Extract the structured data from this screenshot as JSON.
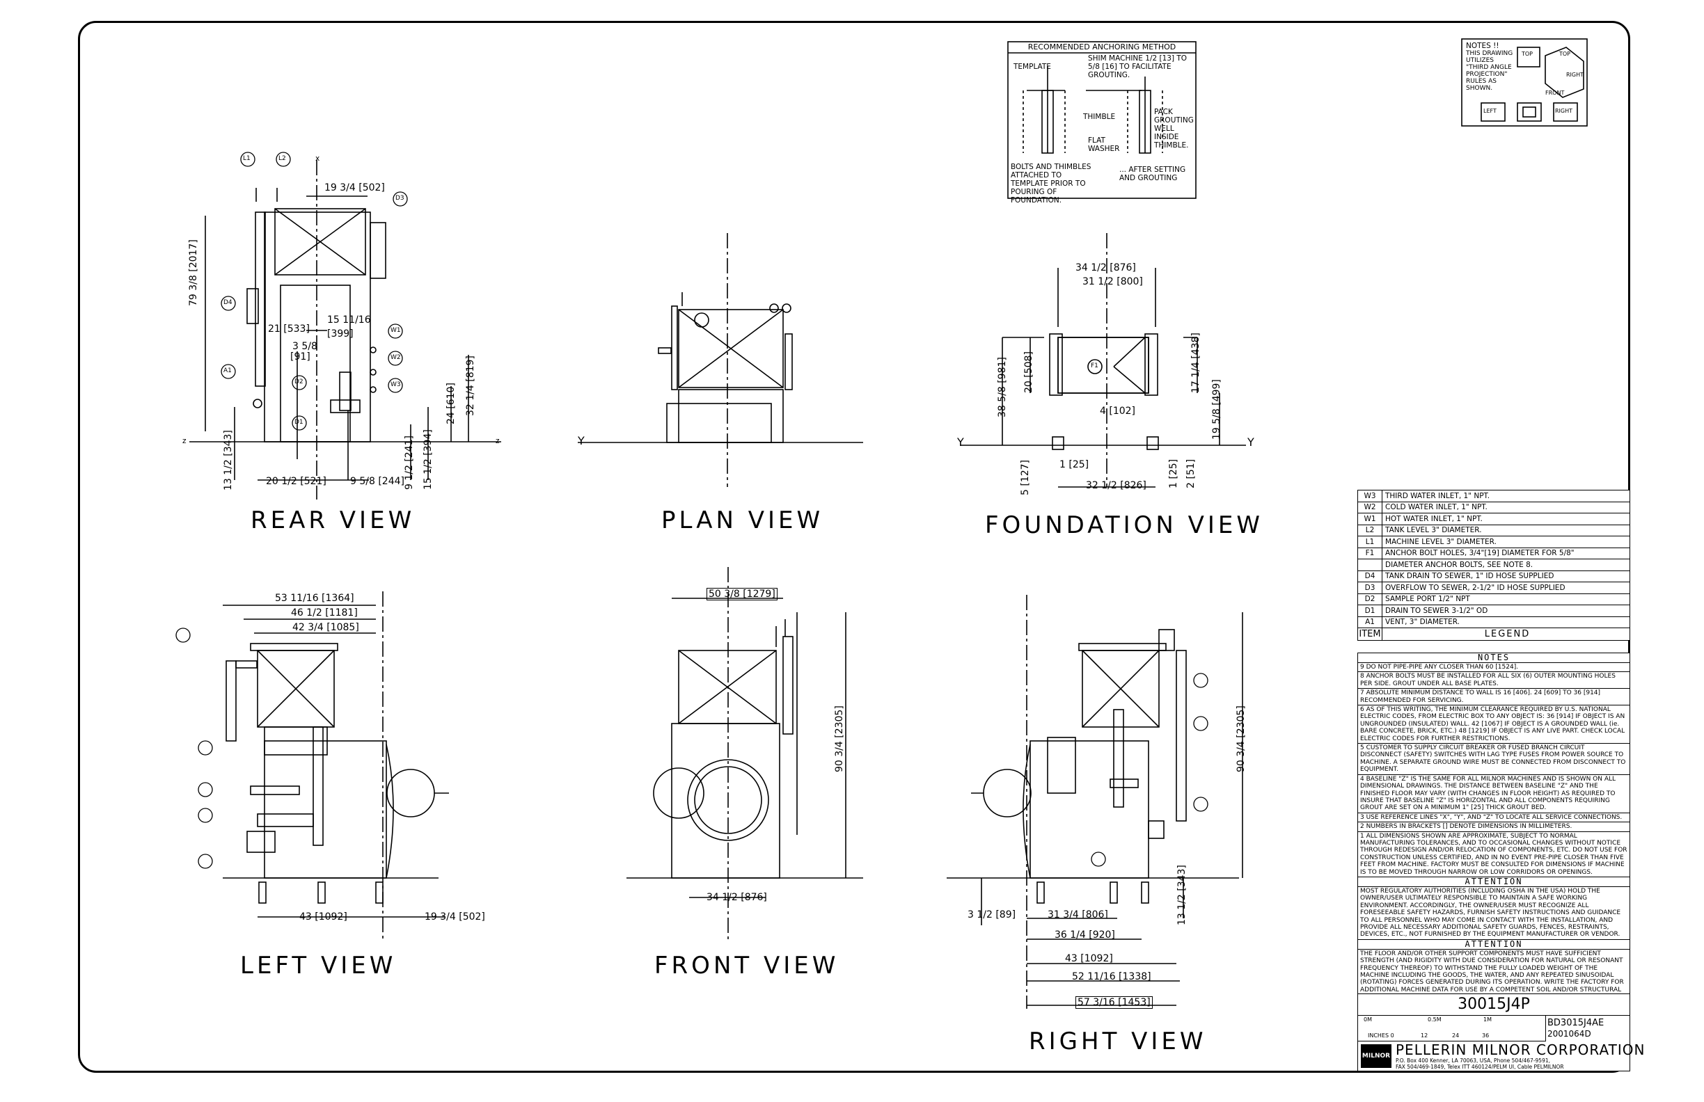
{
  "views": {
    "rear": "REAR VIEW",
    "plan": "PLAN VIEW",
    "foundation": "FOUNDATION VIEW",
    "left": "LEFT VIEW",
    "front": "FRONT VIEW",
    "right": "RIGHT VIEW"
  },
  "anchoring": {
    "title": "RECOMMENDED ANCHORING METHOD",
    "template": "TEMPLATE",
    "shim": "SHIM MACHINE 1/2 [13] TO 5/8 [16] TO FACILITATE GROUTING.",
    "thimble": "THIMBLE",
    "pack": "PACK GROUTING WELL INSIDE THIMBLE.",
    "flat_washer": "FLAT WASHER",
    "bolts": "BOLTS AND THIMBLES ATTACHED TO TEMPLATE PRIOR TO POURING OF FOUNDATION.",
    "after": "... AFTER SETTING AND GROUTING"
  },
  "projection": {
    "notes_title": "NOTES !!",
    "text": "THIS DRAWING UTILIZES \"THIRD ANGLE PROJECTION\" RULES AS SHOWN.",
    "top": "TOP",
    "top2": "TOP",
    "right": "RIGHT",
    "front": "FRONT",
    "left": "LEFT",
    "right2": "RIGHT"
  },
  "legend": {
    "items": [
      {
        "code": "W3",
        "desc": "THIRD WATER INLET, 1\" NPT."
      },
      {
        "code": "W2",
        "desc": "COLD WATER INLET, 1\" NPT."
      },
      {
        "code": "W1",
        "desc": "HOT WATER INLET, 1\" NPT."
      },
      {
        "code": "L2",
        "desc": "TANK LEVEL 3\" DIAMETER."
      },
      {
        "code": "L1",
        "desc": "MACHINE LEVEL 3\" DIAMETER."
      },
      {
        "code": "F1",
        "desc": "ANCHOR BOLT HOLES, 3/4\"[19] DIAMETER FOR 5/8\""
      },
      {
        "code": "",
        "desc": "DIAMETER ANCHOR BOLTS, SEE NOTE 8."
      },
      {
        "code": "D4",
        "desc": "TANK DRAIN TO SEWER, 1\" ID HOSE SUPPLIED"
      },
      {
        "code": "D3",
        "desc": "OVERFLOW TO SEWER, 2-1/2\" ID HOSE SUPPLIED"
      },
      {
        "code": "D2",
        "desc": "SAMPLE PORT 1/2\" NPT"
      },
      {
        "code": "D1",
        "desc": "DRAIN TO SEWER 3-1/2\" OD"
      },
      {
        "code": "A1",
        "desc": "VENT, 3\" DIAMETER."
      }
    ],
    "item_hd": "ITEM",
    "legend_hd": "LEGEND"
  },
  "notes": {
    "title": "NOTES",
    "items": [
      "9 DO NOT PIPE-PIPE ANY CLOSER THAN 60 [1524].",
      "8 ANCHOR BOLTS MUST BE INSTALLED FOR ALL SIX (6) OUTER MOUNTING HOLES PER SIDE. GROUT UNDER ALL BASE PLATES.",
      "7 ABSOLUTE MINIMUM DISTANCE TO WALL IS 16 [406]. 24 [609] TO 36 [914] RECOMMENDED FOR SERVICING.",
      "6 AS OF THIS WRITING, THE MINIMUM CLEARANCE REQUIRED BY U.S. NATIONAL ELECTRIC CODES, FROM ELECTRIC BOX TO ANY OBJECT IS: 36 [914] IF OBJECT IS AN UNGROUNDED (INSULATED) WALL. 42 [1067] IF OBJECT IS A GROUNDED WALL (ie. BARE CONCRETE, BRICK, ETC.) 48 [1219] IF OBJECT IS ANY LIVE PART. CHECK LOCAL ELECTRIC CODES FOR FURTHER RESTRICTIONS.",
      "5 CUSTOMER TO SUPPLY CIRCUIT BREAKER OR FUSED BRANCH CIRCUIT DISCONNECT (SAFETY) SWITCHES WITH LAG TYPE FUSES FROM POWER SOURCE TO MACHINE. A SEPARATE GROUND WIRE MUST BE CONNECTED FROM DISCONNECT TO EQUIPMENT.",
      "4 BASELINE \"Z\" IS THE SAME FOR ALL MILNOR MACHINES AND IS SHOWN ON ALL DIMENSIONAL DRAWINGS. THE DISTANCE BETWEEN BASELINE \"Z\" AND THE FINISHED FLOOR MAY VARY (WITH CHANGES IN FLOOR HEIGHT) AS REQUIRED TO INSURE THAT BASELINE \"Z\" IS HORIZONTAL AND ALL COMPONENTS REQUIRING GROUT ARE SET ON A MINIMUM 1\" [25] THICK GROUT BED.",
      "3 USE REFERENCE LINES \"X\", \"Y\", AND \"Z\" TO LOCATE ALL SERVICE CONNECTIONS.",
      "2 NUMBERS IN BRACKETS [] DENOTE DIMENSIONS IN MILLIMETERS.",
      "1 ALL DIMENSIONS SHOWN ARE APPROXIMATE, SUBJECT TO NORMAL MANUFACTURING TOLERANCES, AND TO OCCASIONAL CHANGES WITHOUT NOTICE THROUGH REDESIGN AND/OR RELOCATION OF COMPONENTS, ETC. DO NOT USE FOR CONSTRUCTION UNLESS CERTIFIED, AND IN NO EVENT PRE-PIPE CLOSER THAN FIVE FEET FROM MACHINE. FACTORY MUST BE CONSULTED FOR DIMENSIONS IF MACHINE IS TO BE MOVED THROUGH NARROW OR LOW CORRIDORS OR OPENINGS."
    ],
    "attention1_hd": "ATTENTION",
    "attention1": "MOST REGULATORY AUTHORITIES (INCLUDING OSHA IN THE USA) HOLD THE OWNER/USER ULTIMATELY RESPONSIBLE TO MAINTAIN A SAFE WORKING ENVIRONMENT. ACCORDINGLY, THE OWNER/USER MUST RECOGNIZE ALL FORESEEABLE SAFETY HAZARDS, FURNISH SAFETY INSTRUCTIONS AND GUIDANCE TO ALL PERSONNEL WHO MAY COME IN CONTACT WITH THE INSTALLATION, AND PROVIDE ALL NECESSARY ADDITIONAL SAFETY GUARDS, FENCES, RESTRAINTS, DEVICES, ETC., NOT FURNISHED BY THE EQUIPMENT MANUFACTURER OR VENDOR.",
    "attention2_hd": "ATTENTION",
    "attention2": "THE FLOOR AND/OR OTHER SUPPORT COMPONENTS MUST HAVE SUFFICIENT STRENGTH (AND RIGIDITY WITH DUE CONSIDERATION FOR NATURAL OR RESONANT FREQUENCY THEREOF) TO WITHSTAND THE FULLY LOADED WEIGHT OF THE MACHINE INCLUDING THE GOODS, THE WATER, AND ANY REPEATED SINUSOIDAL (ROTATING) FORCES GENERATED DURING ITS OPERATION. WRITE THE FACTORY FOR ADDITIONAL MACHINE DATA FOR USE BY A COMPETENT SOIL AND/OR STRUCTURAL ENGINEER."
  },
  "title_block": {
    "model": "30015J4P",
    "drawing_no": "BD3015J4AE",
    "date_code": "2001064D",
    "company": "PELLERIN MILNOR CORPORATION",
    "address1": "P.O. Box 400 Kenner, LA 70063, USA, Phone 504/467-9591,",
    "address2": "FAX 504/469-1849, Telex ITT 460124/PELM UI, Cable PELMILNOR",
    "logo": "MILNOR",
    "scale_0m": "0M",
    "scale_05m": "0.5M",
    "scale_1m": "1M",
    "scale_inches": "INCHES 0",
    "scale_12": "12",
    "scale_24": "24",
    "scale_36": "36"
  },
  "dims": {
    "rear": [
      "19 3/4 [502]",
      "79 3/8 [2017]",
      "21 [533]",
      "15 11/16",
      "[399]",
      "3 5/8",
      "[91]",
      "24 [610]",
      "32 1/4 [819]",
      "13 1/2 [343]",
      "20 1/2 [521]",
      "9 5/8 [244]",
      "9 1/2 [241]",
      "15 1/2 [394]"
    ],
    "foundation": [
      "34 1/2 [876]",
      "31 1/2 [800]",
      "20 [508]",
      "38 5/8 [981]",
      "17 1/4 [438]",
      "4 [102]",
      "19 5/8 [499]",
      "1 [25]",
      "5 [127]",
      "32 1/2 [826]",
      "1 [25]",
      "2 [51]"
    ],
    "left": [
      "53 11/16 [1364]",
      "46 1/2 [1181]",
      "42 3/4 [1085]",
      "43 [1092]",
      "19 3/4 [502]"
    ],
    "front": [
      "50 3/8 [1279]",
      "90 3/4 [2305]",
      "34 1/2 [876]"
    ],
    "right": [
      "90 3/4 [2305]",
      "13 1/2 [343]",
      "3 1/2 [89]",
      "31 3/4 [806]",
      "36 1/4 [920]",
      "43 [1092]",
      "52 11/16 [1338]",
      "57 3/16 [1453]"
    ]
  },
  "bubbles": [
    "L1",
    "L2",
    "D3",
    "D4",
    "W1",
    "W2",
    "W3",
    "A1",
    "D2",
    "D1",
    "F1"
  ],
  "axes": {
    "x": "x",
    "y": "Y",
    "z": "z",
    "ylow": "y"
  }
}
